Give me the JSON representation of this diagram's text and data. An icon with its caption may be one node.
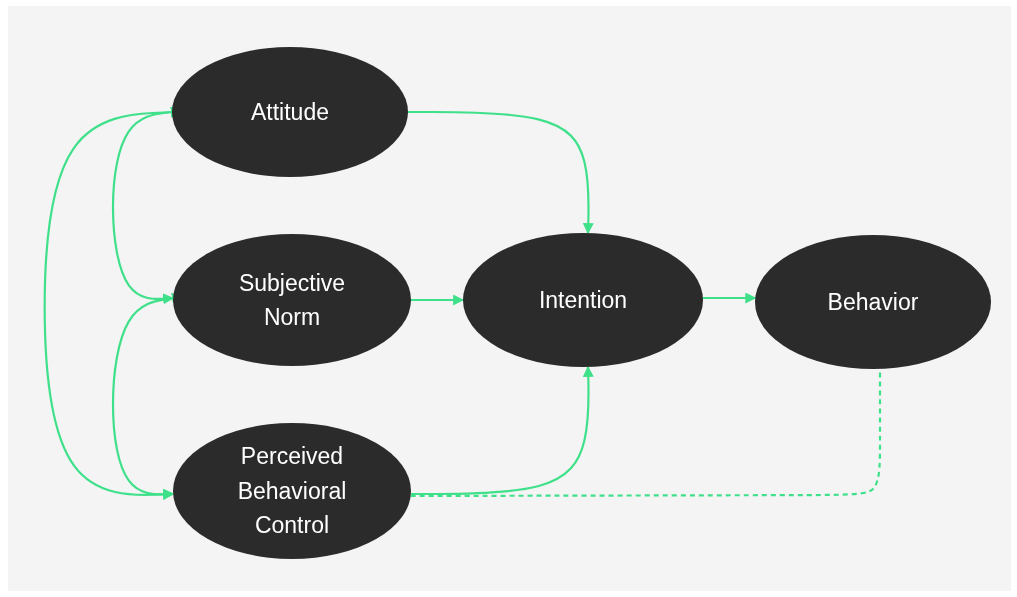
{
  "diagram": {
    "nodes": [
      {
        "text": [
          "Attitude"
        ]
      },
      {
        "text": [
          "Subjective Norm"
        ]
      },
      {
        "text": [
          "Perceived Behavioral Control"
        ]
      },
      {
        "text": [
          "Intention"
        ]
      },
      {
        "text": [
          "Behavior"
        ]
      }
    ],
    "edges": [
      {
        "from": 0,
        "to": 3,
        "arrow": "to"
      },
      {
        "from": 1,
        "to": 3,
        "arrow": "to"
      },
      {
        "from": 2,
        "to": 3,
        "arrow": "to"
      },
      {
        "from": 3,
        "to": 4,
        "arrow": "to"
      },
      {
        "from": 2,
        "to": 4,
        "arrow": "none",
        "style": "dashed"
      },
      {
        "from": 0,
        "to": 1,
        "arrow": "both"
      },
      {
        "from": 1,
        "to": 2,
        "arrow": "both"
      },
      {
        "from": 0,
        "to": 2,
        "arrow": "both"
      }
    ]
  }
}
